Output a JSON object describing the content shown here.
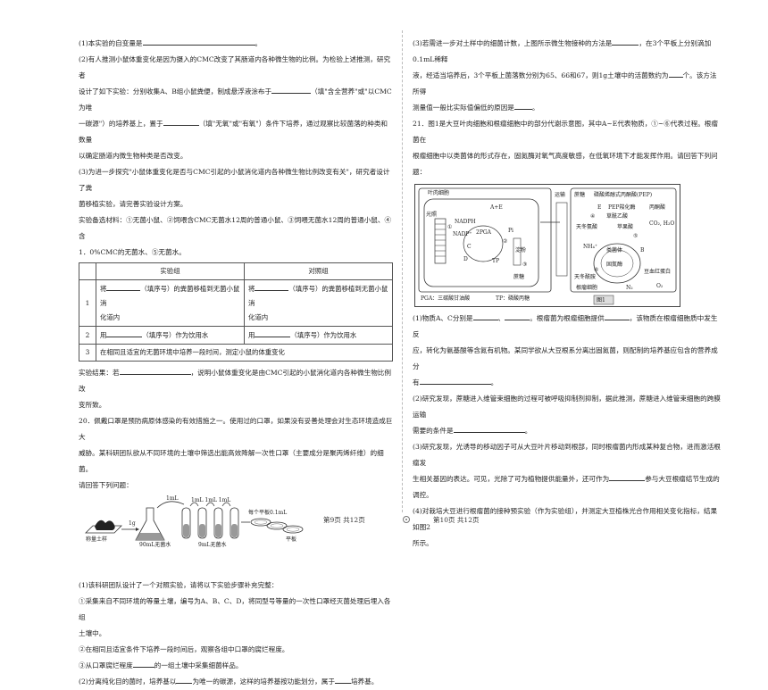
{
  "left": {
    "q1": "(1)本实验的自变量是",
    "q1_end": "。",
    "q2a": "(2)有人推测小鼠体重变化是因为摄入的CMC改变了其肠道内各种微生物的比例。为检验上述推测，研究者",
    "q2b_pre": "设计了如下实验：分别收集A、B组小鼠粪便，制成悬浮液涂布于",
    "q2b_post": "（填\"含全营养\"或\"以CMC为唯",
    "q2c_pre": "一碳源\"）的培养基上，置于",
    "q2c_post": "（填\"无氧\"或\"有氧\"）条件下培养，通过观察比较菌落的种类和数量",
    "q2d": "以确定肠道内微生物种类是否改变。",
    "q3a": "(3)为进一步探究\"小鼠体重变化是否与CMC引起的小鼠消化道内各种微生物比例改变有关\"，研究者设计了粪",
    "q3b": "菌移植实验，请完善实验设计方案。",
    "materials_a": "实验备选材料：①无菌小鼠、②饲喂含CMC无菌水12周的普通小鼠、③饲喂无菌水12周的普通小鼠、④含",
    "materials_b": "1．0%CMC的无菌水、⑤无菌水。",
    "table": {
      "head_exp": "实验组",
      "head_ctrl": "对照组",
      "rows": [
        {
          "num": "1",
          "exp_a": "将",
          "exp_b": "（填序号）的粪菌移植到无菌小鼠消",
          "exp_c": "化道内",
          "ctrl_a": "将",
          "ctrl_b": "（填序号）的粪菌移植到无菌小鼠消",
          "ctrl_c": "化道内"
        },
        {
          "num": "2",
          "exp_a": "用",
          "exp_b": "（填序号）作为饮用水",
          "ctrl_a": "用",
          "ctrl_b": "（填序号）作为饮用水"
        },
        {
          "num": "3",
          "full": "在相同且适宜的无菌环境中培养一段时间，测定小鼠的体重变化"
        }
      ]
    },
    "result_pre": "实验结果：若",
    "result_post": "，说明小鼠体重变化是由CMC引起的小鼠消化道内各种微生物比例改",
    "result_end": "变所致。",
    "q20a": "20．佩戴口罩是预防病原体感染的有效措施之一。使用过的口罩，如果没有妥善处理会对生态环境造成巨大",
    "q20b": "威胁。某科研团队欲从不同环境的土壤中筛选出能高效降解一次性口罩（主要成分是聚丙烯纤维）的细菌。",
    "q20c": "请回答下列问题：",
    "fig20": {
      "soil": "称量土样",
      "weight": "1g",
      "mL_top": "1mL",
      "flask": "90mL无菌水",
      "tubes_top": "1mL  1mL  1mL",
      "tubes": "9mL无菌水",
      "each": "每个平板0.1mL",
      "plate": "平板"
    },
    "q20_1": "(1)该科研团队设计了一个对照实验，请将以下实验步骤补充完整：",
    "s1a": "①采集来自不同环境的等量土壤，编号为A、B、C、D，将同型号等量的一次性口罩经灭菌处理后埋入各组",
    "s1b": "土壤中。",
    "s2": "②在相同且适宜条件下培养一段时间后，观察各组中口罩的腐烂程度。",
    "s3_pre": "③从口罩腐烂程度",
    "s3_post": "的一组土壤中采集细菌样品。",
    "q20_2_a": "(2)分离纯化目的菌时，培养基以",
    "q20_2_b": "为唯一的碳源，这样的培养基按功能划分，属于",
    "q20_2_c": "培养基。"
  },
  "right": {
    "q3a_pre": "(3)若需进一步对土样中的细菌计数，上图所示微生物接种的方法是",
    "q3a_post": "，在3个平板上分别滴加0.1mL稀释",
    "q3b_pre": "液，经适当培养后，3个平板上菌落数分别为65、66和67，则1g土壤中的活菌数约为",
    "q3b_post": "个。该方法所得",
    "q3c_pre": "测量值一般比实际值偏低的原因是",
    "q3c_post": "。",
    "q21a": "21．图1是大豆叶肉细胞和根瘤细胞中的部分代谢示意图，其中A~E代表物质，①~⑥代表过程。根瘤菌在",
    "q21b": "根瘤细胞中以类菌体的形式存在，固氮酶对氧气高度敏感，在低氧环境下才能发挥作用。请回答下列问题：",
    "fig21": {
      "leaf_cell": "叶肉细胞",
      "light": "光照",
      "ae": "A+E",
      "nadph": "NADPH",
      "nadp": "NADP⁺",
      "pga": "2PGA",
      "pi": "Pi",
      "c": "C",
      "d": "D",
      "tp": "TP",
      "starch": "淀粉",
      "sucrose": "蔗糖",
      "phloem": "运输",
      "sucrose2": "蔗糖",
      "pep": "磷酸烯醇式丙酮酸(PEP)",
      "e": "E",
      "pep_enzyme": "PEP羧化酶",
      "oxalo": "草酰乙酸",
      "pyruvate": "丙酮酸",
      "co2": "CO₂, H₂O",
      "asp": "天冬氨酸",
      "malate": "苹果酸",
      "nh4": "NH₄⁺",
      "bacteroid": "类菌体",
      "nitrogenase": "固氮酶",
      "leghemo": "豆血红蛋白",
      "aspn": "天冬酰胺",
      "root_cell": "根瘤细胞",
      "b": "B",
      "n2": "N₂",
      "o2": "O₂",
      "legend_pga": "PGA：三碳酸甘油酸",
      "legend_tp": "TP：磷酸丙糖",
      "fig_no": "图1",
      "num1": "①",
      "num2": "②",
      "num3": "③",
      "num4": "④",
      "num5": "⑤",
      "num6": "⑥"
    },
    "q21_1a_pre": "(1)物质A、C分别是",
    "q21_1a_mid": "、",
    "q21_1a_mid2": "。根瘤菌为根瘤细胞提供",
    "q21_1a_post": "，该物质在根瘤细胞质中发生反",
    "q21_1b": "应，转化为氨基酸等含氮有机物。某同学欲从大豆根系分离出固氮菌，则配制的培养基应包含的营养成分",
    "q21_1c_pre": "有",
    "q21_1c_post": "。",
    "q21_2a": "(2)研究发现，蔗糖进入维管束细胞的过程可被呼吸抑制剂抑制，据此推测，蔗糖进入维管束细胞的跨膜运输",
    "q21_2b_pre": "需要的条件是",
    "q21_2b_post": "。",
    "q21_3a": "(3)研究发现，光诱导的移动因子可从大豆叶片移动到根部，同时根瘤菌内形成某种复合物，进而激活根瘤发",
    "q21_3b_pre": "生相关基因的表达。可见，光除了可为植物提供能量外，还可作为",
    "q21_3b_post": "参与大豆根瘤结节生成的调控。",
    "q21_4a": "(4)对栽培大豆进行根瘤菌的接种预实验（作为实验组），并测定大豆植株光合作用相关变化指标，结果如图2",
    "q21_4b": "所示。"
  },
  "footer": {
    "left": "第9页 共12页",
    "right": "第10页 共12页"
  }
}
